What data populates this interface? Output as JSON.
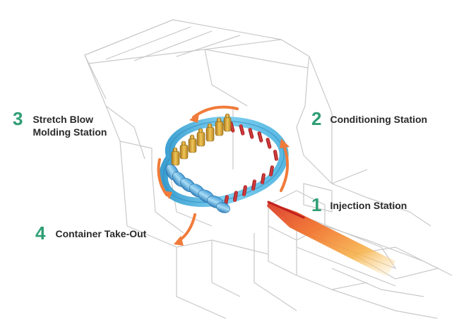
{
  "colors": {
    "station_number": "#2f9e74",
    "arrow": "#f07b3a",
    "ring": "#6ec6ea",
    "ring_dark": "#3b9fd0",
    "preform": "#c8282a",
    "gold": "#c99a2e",
    "bottle": "#4aa6dc",
    "frame": "#c9c9c9",
    "text": "#2a2a2a"
  },
  "stations": [
    {
      "number": "1",
      "lines": [
        "Injection Station"
      ]
    },
    {
      "number": "2",
      "lines": [
        "Conditioning Station"
      ]
    },
    {
      "number": "3",
      "lines": [
        "Stretch Blow",
        "Molding Station"
      ]
    },
    {
      "number": "4",
      "lines": [
        "Container Take-Out"
      ]
    }
  ],
  "icons": {
    "rotation_arrows": "curved-arrow-icon",
    "injection_nozzle": "nozzle-icon"
  }
}
